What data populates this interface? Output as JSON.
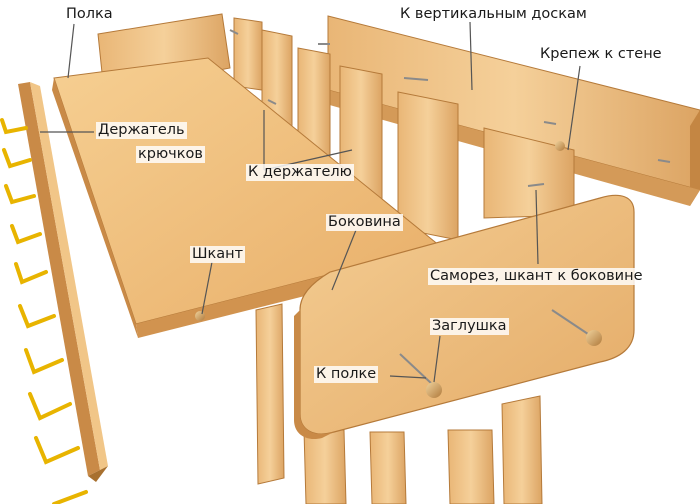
{
  "labels": {
    "shelf": "Полка",
    "to_vertical_boards": "К вертикальным доскам",
    "wall_fastener": "Крепеж к стене",
    "hook_holder_line1": "Держатель",
    "hook_holder_line2": "крючков",
    "to_holder": "К держателю",
    "side_panel": "Боковина",
    "dowel": "Шкант",
    "screw_dowel_to_side": "Саморез, шкант к боковине",
    "plug": "Заглушка",
    "to_shelf": "К полке"
  },
  "colors": {
    "wood_light": "#f3c98c",
    "wood_mid": "#e5ad6a",
    "wood_dark": "#c98a47",
    "edge": "#a8702f",
    "hook": "#e8b400",
    "leader": "#555555"
  }
}
